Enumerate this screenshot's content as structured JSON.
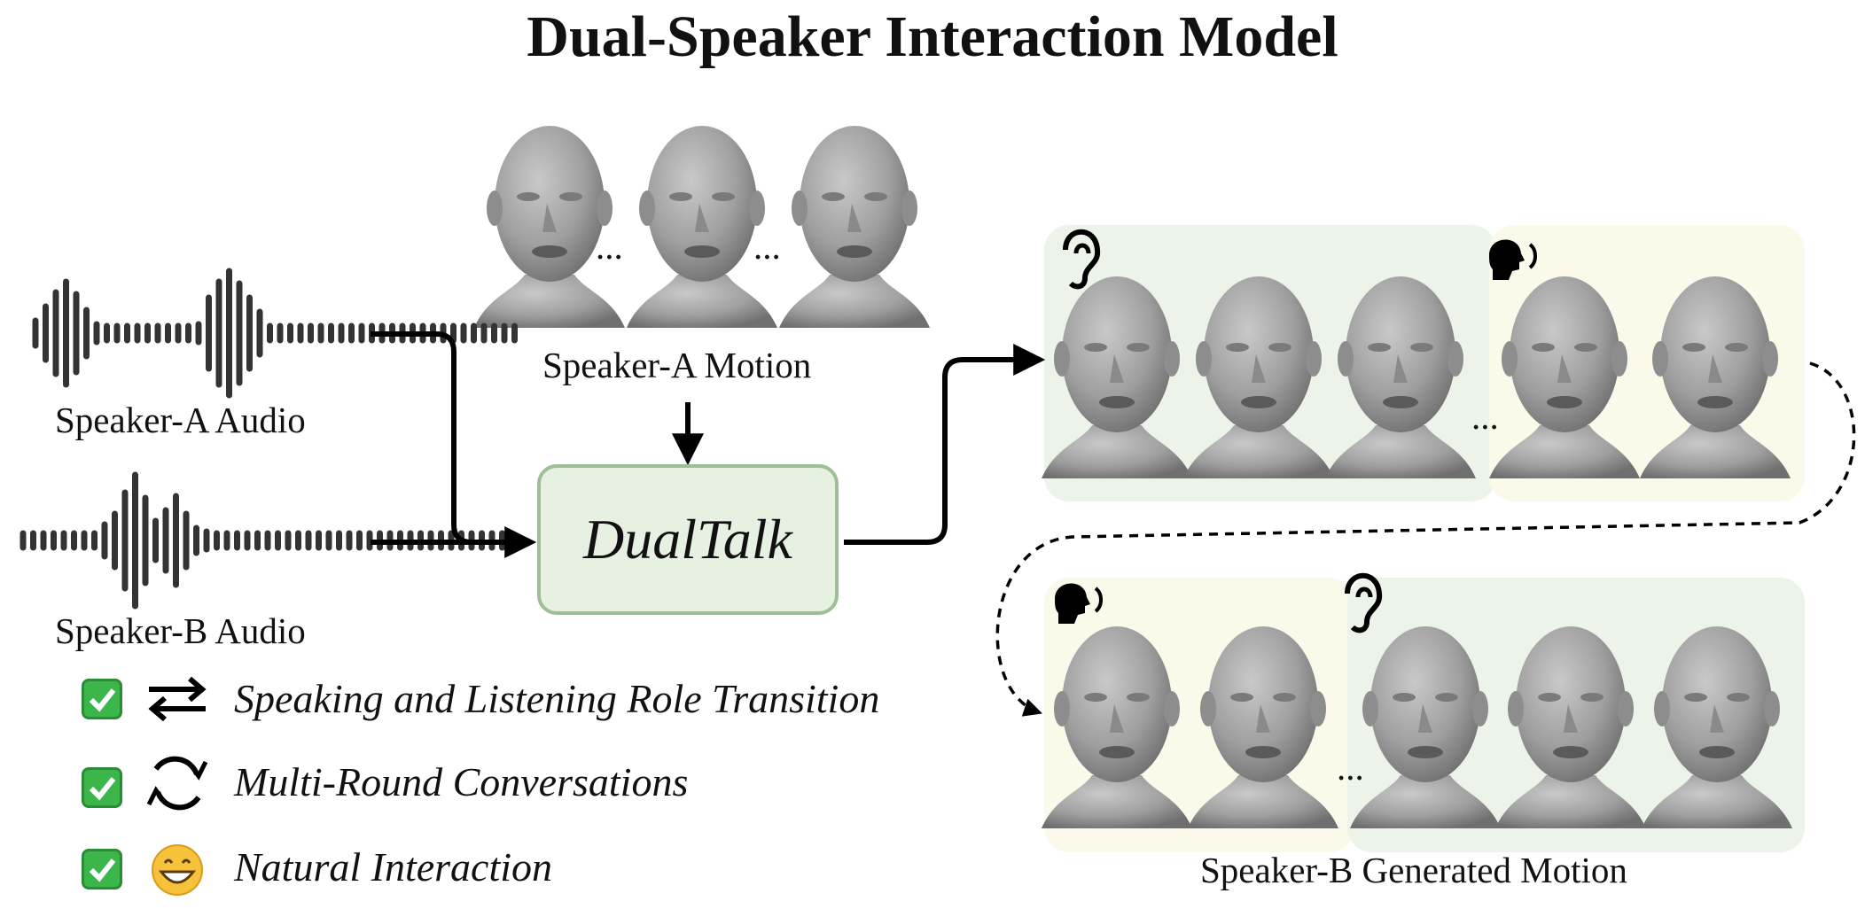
{
  "title": "Dual-Speaker Interaction Model",
  "labels": {
    "speaker_a_audio": "Speaker-A  Audio",
    "speaker_b_audio": "Speaker-B  Audio",
    "speaker_a_motion": "Speaker-A Motion",
    "speaker_b_generated": "Speaker-B Generated Motion",
    "ellipsis": "..."
  },
  "model": {
    "name": "DualTalk"
  },
  "features": [
    {
      "icon": "swap-arrows-icon",
      "text": "Speaking and Listening Role Transition"
    },
    {
      "icon": "refresh-cycle-icon",
      "text": "Multi-Round Conversations"
    },
    {
      "icon": "grinning-face-icon",
      "text": "Natural Interaction"
    }
  ],
  "colors": {
    "listening_panel": "#ecf3e8",
    "speaking_panel": "#fbfaea",
    "model_fill": "#e6f1e1",
    "model_border": "#9dbf95",
    "check_green": "#3cb54a",
    "face_gray": "#9a9a9a"
  }
}
